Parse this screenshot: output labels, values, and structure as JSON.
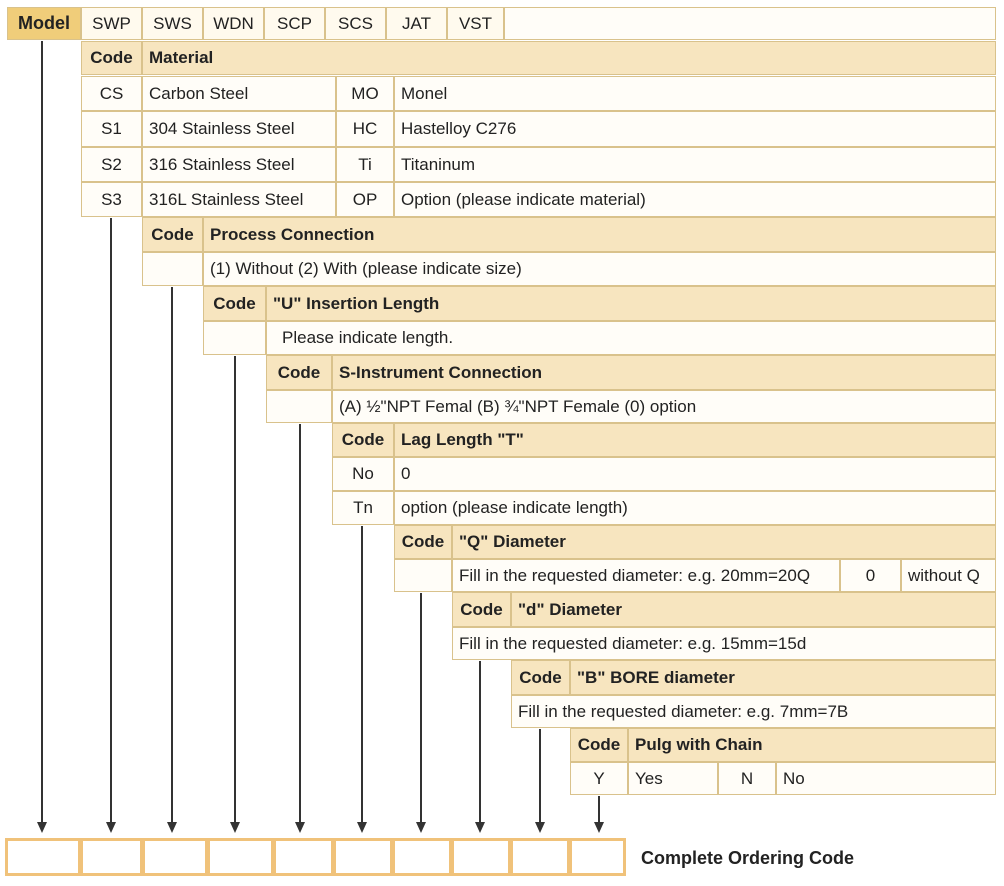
{
  "model": {
    "header": "Model",
    "items": [
      "SWP",
      "SWS",
      "WDN",
      "SCP",
      "SCS",
      "JAT",
      "VST"
    ]
  },
  "code_label": "Code",
  "material": {
    "title": "Material",
    "rows": [
      [
        "CS",
        "Carbon Steel",
        "MO",
        "Monel"
      ],
      [
        "S1",
        "304 Stainless Steel",
        "HC",
        "Hastelloy C276"
      ],
      [
        "S2",
        "316 Stainless Steel",
        "Ti",
        "Titaninum"
      ],
      [
        "S3",
        "316L Stainless Steel",
        "OP",
        "Option (please indicate material)"
      ]
    ]
  },
  "process_connection": {
    "title": "Process Connection",
    "text": "(1) Without  (2) With (please indicate size)"
  },
  "insertion_length": {
    "title": "\"U\" Insertion Length",
    "text": "Please indicate length."
  },
  "instrument_connection": {
    "title": "S-Instrument Connection",
    "text": "(A) ½\"NPT Femal  (B) ¾\"NPT Female  (0) option"
  },
  "lag_length": {
    "title": "Lag Length \"T\"",
    "rows": [
      [
        "No",
        "0"
      ],
      [
        "Tn",
        "option (please indicate length)"
      ]
    ]
  },
  "q_diameter": {
    "title": "\"Q\" Diameter",
    "text": "Fill in the requested diameter: e.g. 20mm=20Q",
    "code": "0",
    "code_text": "without Q"
  },
  "d_diameter": {
    "title": "\"d\" Diameter",
    "text": "Fill in the requested diameter: e.g. 15mm=15d"
  },
  "b_diameter": {
    "title": "\"B\" BORE diameter",
    "text": "Fill in the requested diameter: e.g. 7mm=7B"
  },
  "plug": {
    "title": "Pulg with Chain",
    "code1": "Y",
    "val1": "Yes",
    "code2": "N",
    "val2": "No"
  },
  "ordering_code_label": "Complete Ordering Code",
  "colors": {
    "header": "#f7e5bf",
    "model_header": "#f0cd7a",
    "border": "#d9c28c",
    "code_box_border": "#f0c27a"
  }
}
